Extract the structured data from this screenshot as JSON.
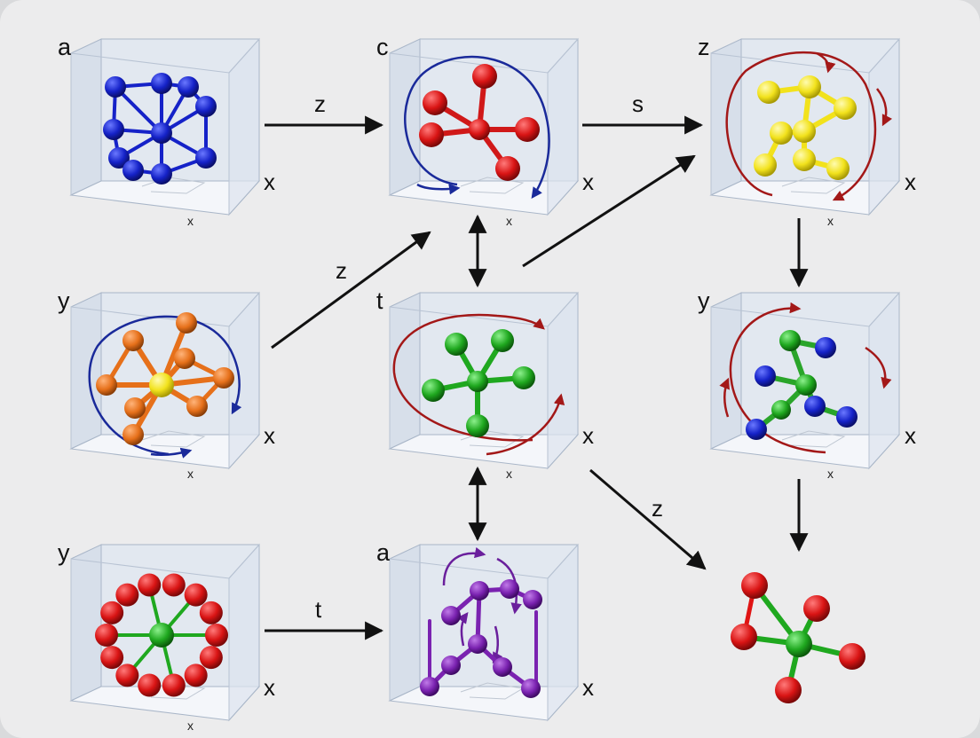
{
  "panels": [
    {
      "id": "p1",
      "label": "a",
      "axis_right": "x",
      "axis_bottom": "x",
      "molecule_color": "#1522c8",
      "bond_color": "#1522c8",
      "motion": "none"
    },
    {
      "id": "p2",
      "label": "c",
      "axis_right": "x",
      "axis_bottom": "x",
      "molecule_color": "#d01818",
      "bond_color": "#d01818",
      "motion": "blue-rotation"
    },
    {
      "id": "p3",
      "label": "z",
      "axis_right": "x",
      "axis_bottom": "x",
      "molecule_color": "#f2e21c",
      "bond_color": "#f2e21c",
      "motion": "red-rotation"
    },
    {
      "id": "p4",
      "label": "y",
      "axis_right": "x",
      "axis_bottom": "x",
      "molecule_color": "#e6701a",
      "center_color": "#f2e21c",
      "motion": "blue-rotation"
    },
    {
      "id": "p5",
      "label": "t",
      "axis_right": "x",
      "axis_bottom": "x",
      "molecule_color": "#1fa81f",
      "bond_color": "#1fa81f",
      "motion": "red-rotation"
    },
    {
      "id": "p6",
      "label": "y",
      "axis_right": "x",
      "axis_bottom": "x",
      "molecule_color": "#1a2ed0",
      "bond_color": "#2aa52a",
      "motion": "red-rotation"
    },
    {
      "id": "p7",
      "label": "y",
      "axis_right": "x",
      "axis_bottom": "x",
      "molecule_color": "#e01414",
      "center_color": "#1fa81f",
      "motion": "none"
    },
    {
      "id": "p8",
      "label": "a",
      "axis_right": "x",
      "axis_bottom": "",
      "molecule_color": "#7a22b0",
      "bond_color": "#7a22b0",
      "motion": "purple-rotation"
    }
  ],
  "final_molecule": {
    "outer_color": "#e01414",
    "center_color": "#1fa81f"
  },
  "arrows": [
    {
      "from": "p1",
      "to": "p2",
      "label": "z",
      "type": "single"
    },
    {
      "from": "p2",
      "to": "p3",
      "label": "s",
      "type": "single"
    },
    {
      "from": "p4",
      "to": "p2",
      "label": "z",
      "type": "single"
    },
    {
      "from": "p5",
      "to": "p3",
      "label": "",
      "type": "single"
    },
    {
      "from": "p2",
      "to": "p5",
      "label": "",
      "type": "double"
    },
    {
      "from": "p3",
      "to": "p6",
      "label": "",
      "type": "single"
    },
    {
      "from": "p5",
      "to": "p8",
      "label": "",
      "type": "double"
    },
    {
      "from": "p7",
      "to": "p8",
      "label": "t",
      "type": "single"
    },
    {
      "from": "p5",
      "to": "final",
      "label": "z",
      "type": "single"
    },
    {
      "from": "p6",
      "to": "final",
      "label": "",
      "type": "single"
    }
  ],
  "colors": {
    "arrow": "#111111",
    "panel_edge": "#a9b6c8",
    "panel_fill": "#e2e8f0",
    "rotation_blue": "#1a2a9a",
    "rotation_red": "#a31818",
    "rotation_purple": "#6a1f9c"
  }
}
